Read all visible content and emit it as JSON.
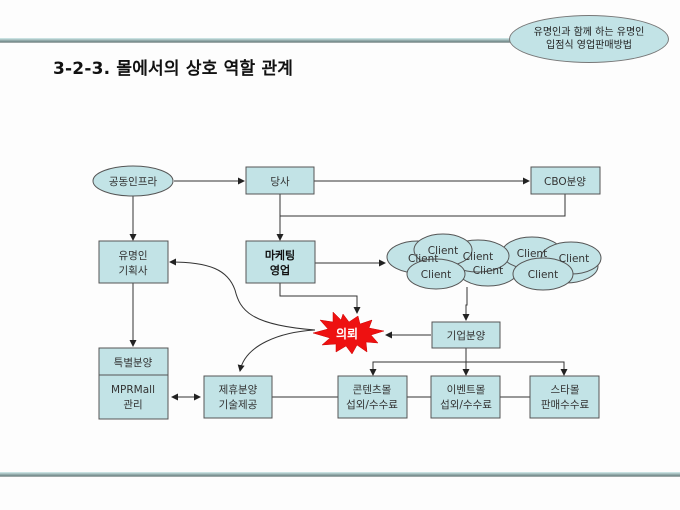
{
  "header": {
    "title": "3-2-3. 몰에서의 상호 역할 관계",
    "badge_line1": "유명인과 함께 하는 유명인",
    "badge_line2": "입점식 영업판매방법"
  },
  "diagram": {
    "nodes": {
      "infra": "공동인프라",
      "company": "당사",
      "cbo": "CBO분양",
      "celeb_agency_1": "유명인",
      "celeb_agency_2": "기획사",
      "marketing_1": "마케팅",
      "marketing_2": "영업",
      "request": "의뢰",
      "corporate": "기업분양",
      "special": "특별분양",
      "mprmall_1": "MPRMall",
      "mprmall_2": "관리",
      "partner_1": "제휴분양",
      "partner_2": "기술제공",
      "content_1": "콘텐츠몰",
      "content_2": "섭외/수수료",
      "event_1": "이벤트몰",
      "event_2": "섭외/수수료",
      "star_1": "스타몰",
      "star_2": "판매수수료"
    },
    "client_label": "Client",
    "colors": {
      "box_fill": "#c2e3e6",
      "box_stroke": "#555555",
      "burst_fill": "#ee1111",
      "line": "#333333"
    }
  }
}
